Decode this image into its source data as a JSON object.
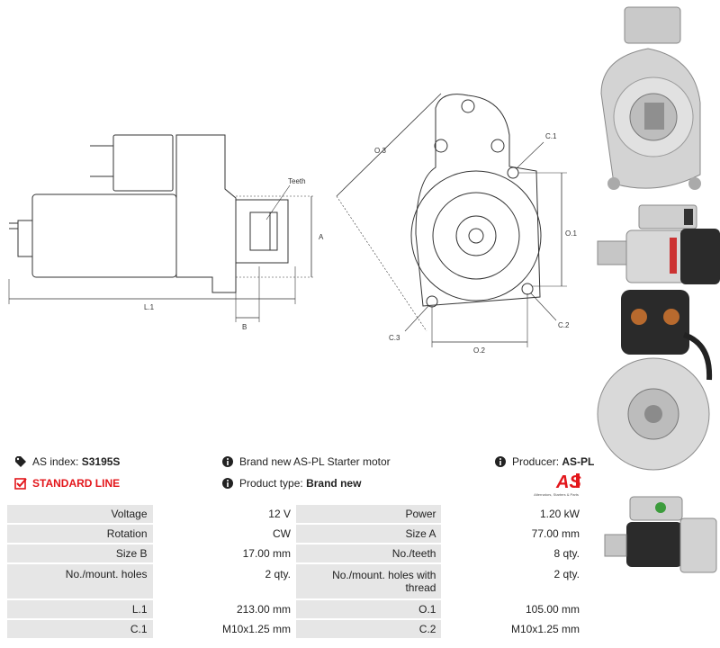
{
  "labels": {
    "teeth": "Teeth",
    "a": "A",
    "b": "B",
    "l1": "L.1",
    "o3": "O.3",
    "c1": "C.1",
    "o1": "O.1",
    "c2": "C.2",
    "c3": "C.3",
    "o2": "O.2"
  },
  "info": {
    "as_index_label": "AS index:",
    "as_index_value": "S3195S",
    "standard_line": "STANDARD LINE",
    "description": "Brand new AS-PL Starter motor",
    "product_type_label": "Product type:",
    "product_type_value": "Brand new",
    "producer_label": "Producer:",
    "producer_value": "AS-PL"
  },
  "logo": {
    "text": "AS",
    "tagline": "Alternators, Starters & Parts"
  },
  "specs": [
    {
      "l1": "Voltage",
      "v1": "12 V",
      "l2": "Power",
      "v2": "1.20 kW"
    },
    {
      "l1": "Rotation",
      "v1": "CW",
      "l2": "Size A",
      "v2": "77.00 mm"
    },
    {
      "l1": "Size B",
      "v1": "17.00 mm",
      "l2": "No./teeth",
      "v2": "8 qty."
    },
    {
      "l1": "No./mount. holes",
      "v1": "2 qty.",
      "l2": "No./mount. holes with thread",
      "v2": "2 qty."
    },
    {
      "l1": "L.1",
      "v1": "213.00 mm",
      "l2": "O.1",
      "v2": "105.00 mm"
    },
    {
      "l1": "C.1",
      "v1": "M10x1.25 mm",
      "l2": "C.2",
      "v2": "M10x1.25 mm"
    }
  ],
  "colors": {
    "accent_red": "#e3161b",
    "spec_label_bg": "#e6e6e6"
  }
}
